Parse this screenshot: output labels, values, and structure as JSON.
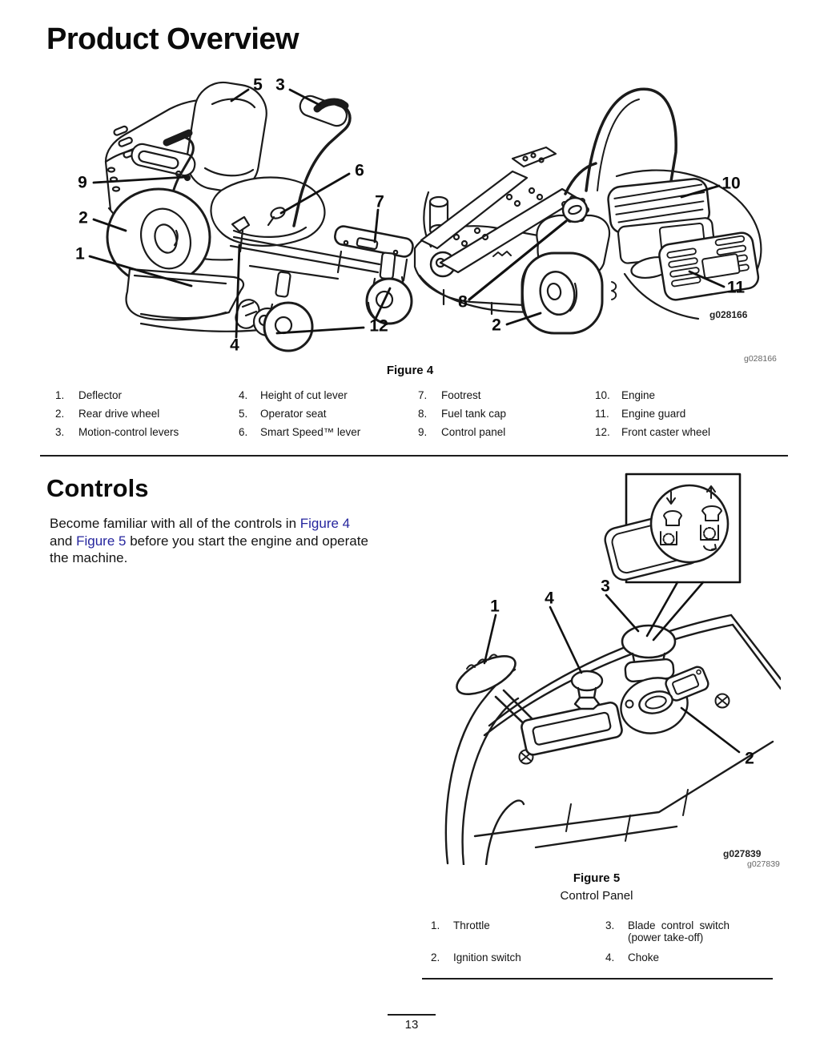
{
  "accent": {
    "link_color": "#26269e"
  },
  "page": {
    "title": "Product Overview",
    "number": "13"
  },
  "figure4": {
    "caption": "Figure 4",
    "code_inline": "g028166",
    "code_margin": "g028166",
    "callouts": {
      "c5": "5",
      "c3": "3",
      "c9": "9",
      "c2": "2",
      "c1": "1",
      "c6": "6",
      "c7": "7",
      "c4": "4",
      "c12": "12",
      "c10": "10",
      "c8": "8",
      "c2b": "2",
      "c11": "11"
    },
    "legend": [
      {
        "num": "1.",
        "label": "Deflector"
      },
      {
        "num": "2.",
        "label": "Rear drive wheel"
      },
      {
        "num": "3.",
        "label": "Motion-control levers"
      },
      {
        "num": "4.",
        "label": "Height of cut lever"
      },
      {
        "num": "5.",
        "label": "Operator seat"
      },
      {
        "num": "6.",
        "label": "Smart Speed™ lever"
      },
      {
        "num": "7.",
        "label": "Footrest"
      },
      {
        "num": "8.",
        "label": "Fuel tank cap"
      },
      {
        "num": "9.",
        "label": "Control panel"
      },
      {
        "num": "10.",
        "label": "Engine"
      },
      {
        "num": "11.",
        "label": "Engine guard"
      },
      {
        "num": "12.",
        "label": "Front caster wheel"
      }
    ]
  },
  "controls": {
    "heading": "Controls",
    "line1_text": "Become familiar with all of the controls in ",
    "line1_link": "Figure 4",
    "line2_pre": "and ",
    "line2_link": "Figure 5",
    "line2_post": " before you start the engine and operate",
    "line3": "the machine."
  },
  "figure5": {
    "caption": "Figure 5",
    "subcaption": "Control Panel",
    "code_inline": "g027839",
    "code_margin": "g027839",
    "callouts": {
      "c1": "1",
      "c4": "4",
      "c3": "3",
      "c2": "2"
    },
    "legend_col1": [
      {
        "num": "1.",
        "label": "Throttle"
      },
      {
        "num": "2.",
        "label": "Ignition switch"
      }
    ],
    "legend_col2": [
      {
        "num": "3.",
        "label": "Blade control switch",
        "label2": "(power take-off)"
      },
      {
        "num": "4.",
        "label": "Choke"
      }
    ]
  }
}
